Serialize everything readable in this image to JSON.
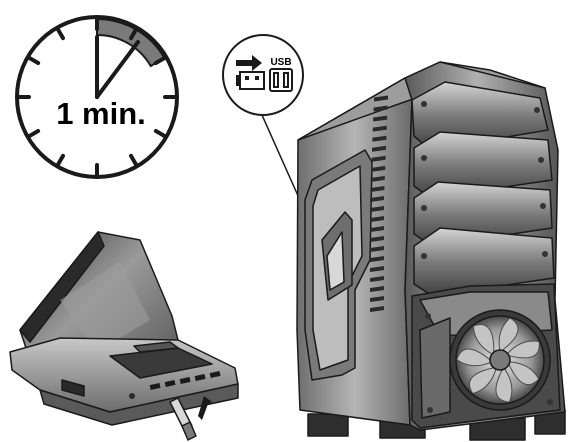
{
  "timer": {
    "label": "1 min.",
    "elapsed_fraction": 0.1667,
    "icon": "clock-icon"
  },
  "callout": {
    "port_label": "USB",
    "icons": [
      "plug-insert-arrow-icon",
      "usb-port-icon"
    ]
  },
  "devices": [
    "laptop",
    "desktop-tower"
  ],
  "colors": {
    "outline": "#1a1a1a",
    "timer_wedge": "#7a7a7a",
    "metal_dark": "#4a4a4a",
    "metal_mid": "#8c8c8c",
    "metal_light": "#d9d9d9"
  }
}
